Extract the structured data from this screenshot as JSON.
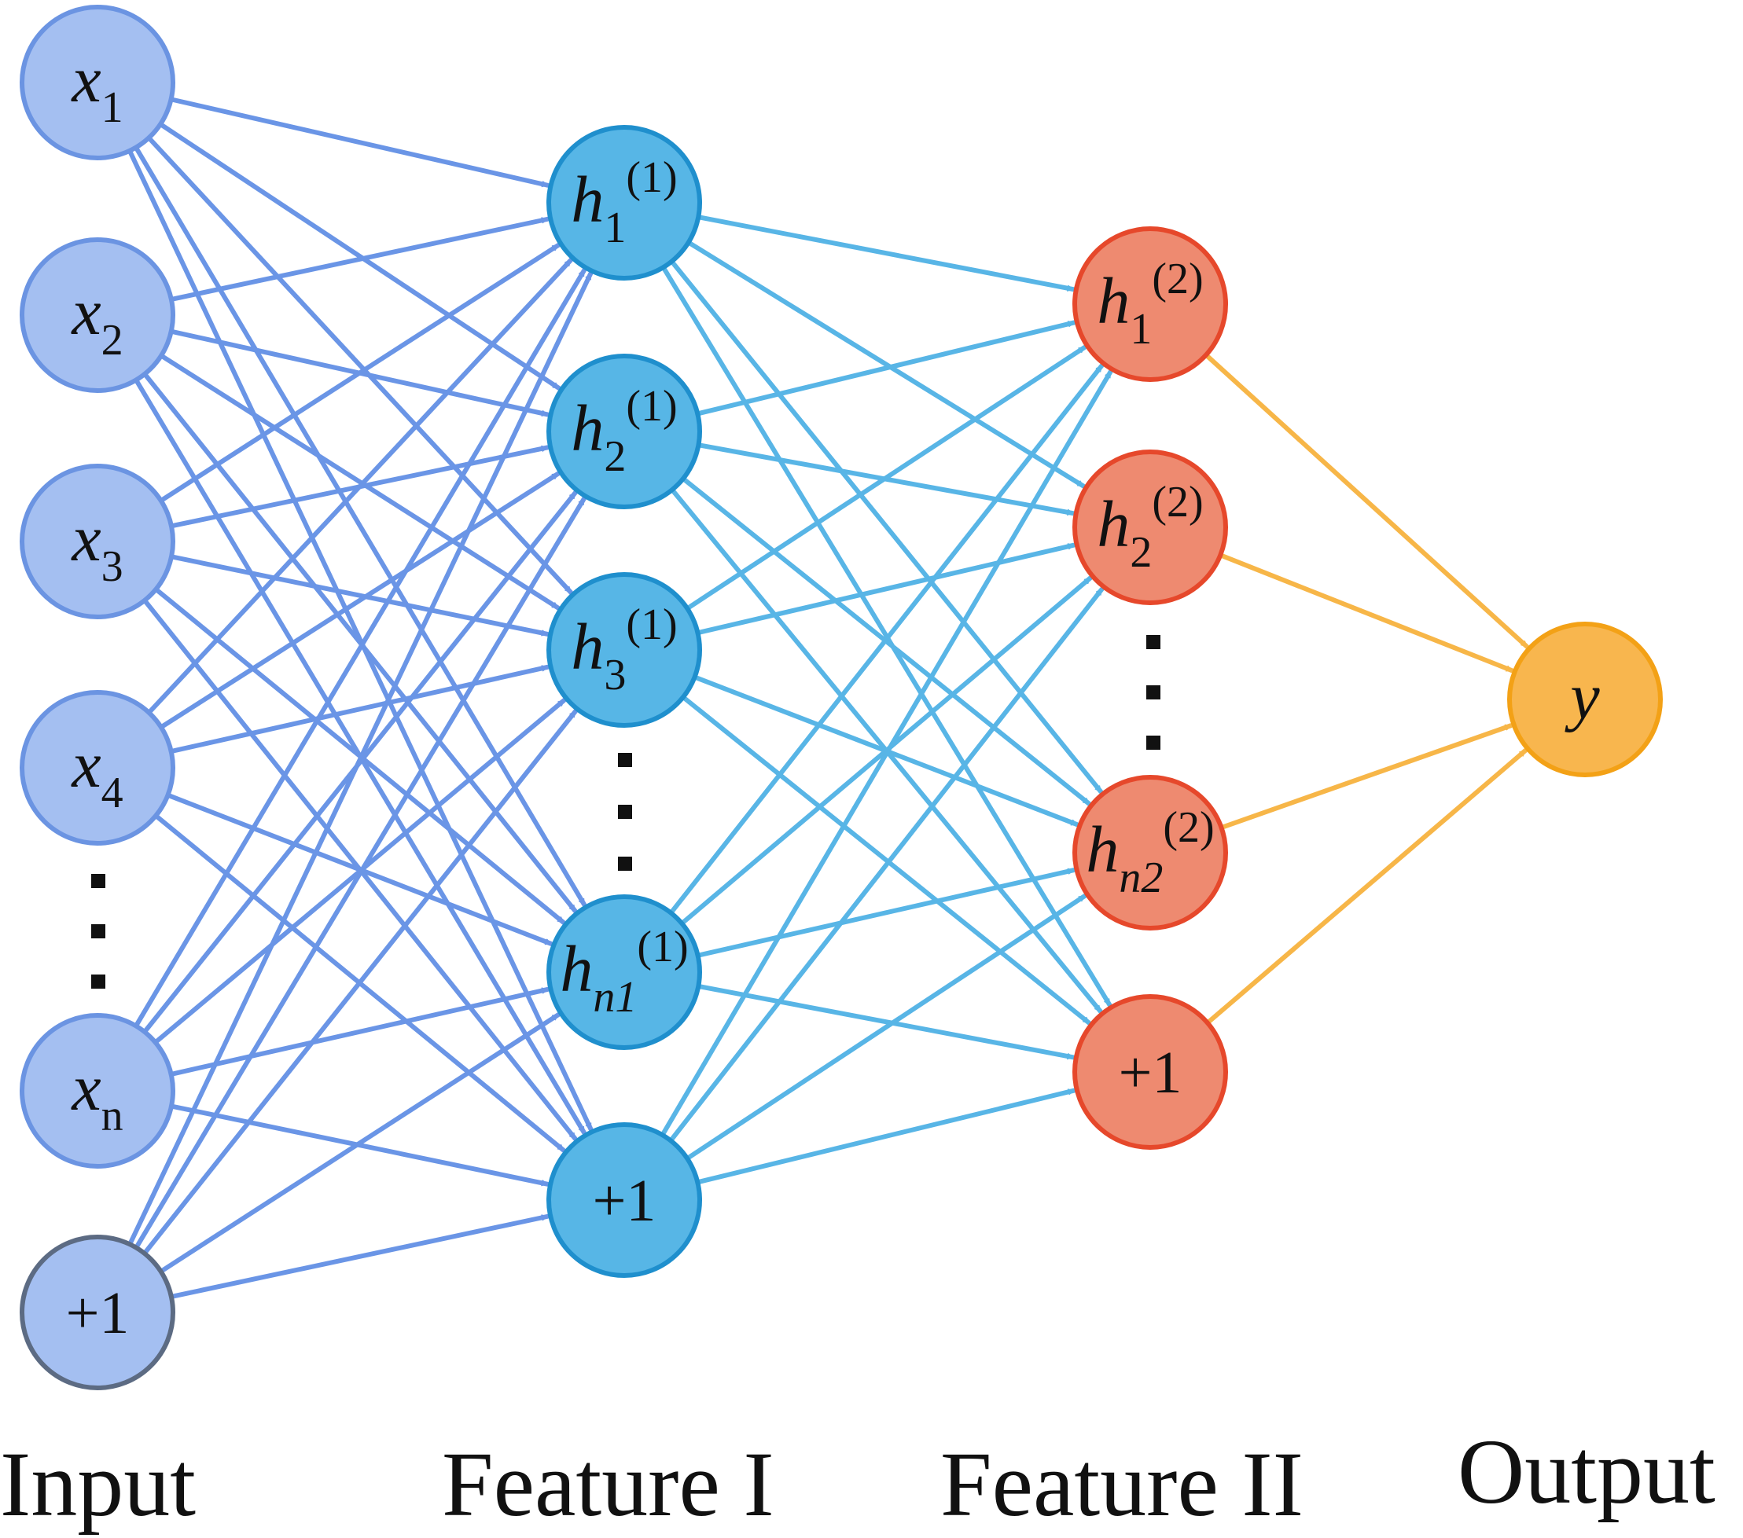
{
  "colors": {
    "input": {
      "fill": "#a4bff1",
      "stroke": "#6b94e2",
      "edge": "#6a95e6"
    },
    "input_bias": {
      "fill": "#a4bff1",
      "stroke": "#5c6b83"
    },
    "hidden1": {
      "fill": "#57b6e6",
      "stroke": "#1f8fcd",
      "edge": "#58b5e6"
    },
    "hidden2": {
      "fill": "#ee8a70",
      "stroke": "#e6482b",
      "edge": "#f7b648"
    },
    "output": {
      "fill": "#f8b64e",
      "stroke": "#f3a116"
    }
  },
  "layers": {
    "input": {
      "title": "Input",
      "nodes": [
        {
          "base": "x",
          "sub": "1",
          "italic_sub": false
        },
        {
          "base": "x",
          "sub": "2",
          "italic_sub": false
        },
        {
          "base": "x",
          "sub": "3",
          "italic_sub": false
        },
        {
          "base": "x",
          "sub": "4",
          "italic_sub": false
        },
        {
          "base": "x",
          "sub": "n",
          "italic_sub": false
        }
      ],
      "bias": "+1"
    },
    "feature1": {
      "title": "Feature I",
      "nodes": [
        {
          "base": "h",
          "sub": "1",
          "sup": "(1)",
          "italic_sub": false
        },
        {
          "base": "h",
          "sub": "2",
          "sup": "(1)",
          "italic_sub": false
        },
        {
          "base": "h",
          "sub": "3",
          "sup": "(1)",
          "italic_sub": false
        },
        {
          "base": "h",
          "sub": "n1",
          "sup": "(1)",
          "italic_sub": true
        }
      ],
      "bias": "+1"
    },
    "feature2": {
      "title": "Feature II",
      "nodes": [
        {
          "base": "h",
          "sub": "1",
          "sup": "(2)",
          "italic_sub": false
        },
        {
          "base": "h",
          "sub": "2",
          "sup": "(2)",
          "italic_sub": false
        },
        {
          "base": "h",
          "sub": "n2",
          "sup": "(2)",
          "italic_sub": true
        }
      ],
      "bias": "+1"
    },
    "output": {
      "title": "Output",
      "nodes": [
        {
          "base": "y"
        }
      ]
    }
  }
}
